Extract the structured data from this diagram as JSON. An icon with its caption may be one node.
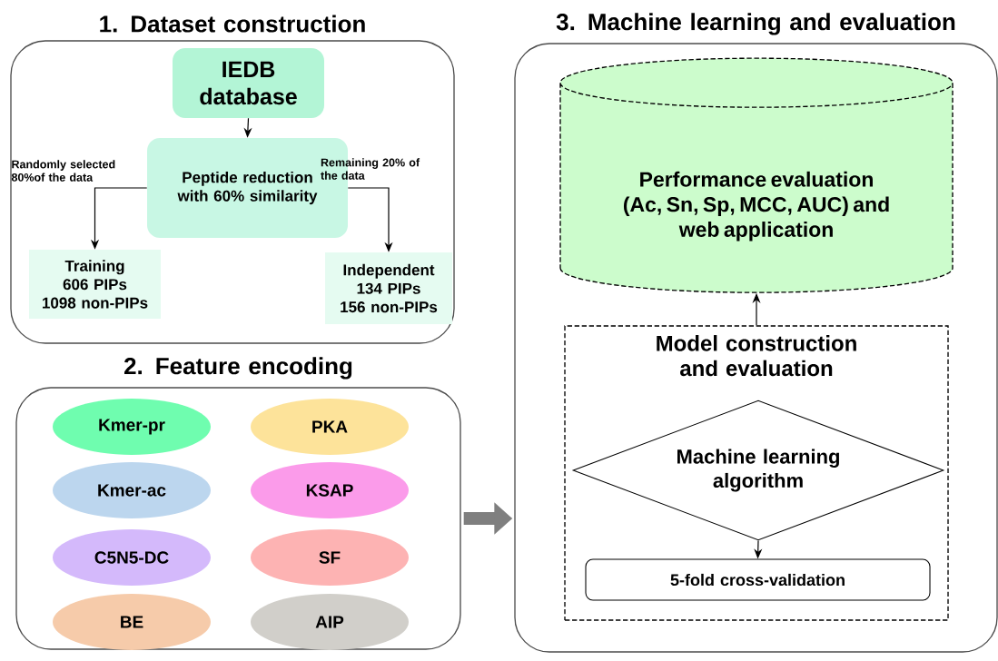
{
  "diagram": {
    "nodes": [
      {
        "text": [
          "1. Dataset construction"
        ]
      },
      {
        "text": [
          "IEDB database"
        ],
        "in": 0
      },
      {
        "text": [
          "Peptide reduction with 60% similarity"
        ],
        "in": 0
      },
      {
        "text": [
          "Training",
          "606 PIPs",
          "1098 non-PIPs"
        ],
        "in": 0
      },
      {
        "text": [
          "Independent",
          "134 PIPs",
          "156 non-PIPs"
        ],
        "in": 0
      },
      {
        "text": [
          "2. Feature encoding"
        ]
      },
      {
        "text": [
          "Kmer-pr"
        ],
        "in": 5
      },
      {
        "text": [
          "PKA"
        ],
        "in": 5
      },
      {
        "text": [
          "Kmer-ac"
        ],
        "in": 5
      },
      {
        "text": [
          "KSAP"
        ],
        "in": 5
      },
      {
        "text": [
          "C5N5-DC"
        ],
        "in": 5
      },
      {
        "text": [
          "SF"
        ],
        "in": 5
      },
      {
        "text": [
          "BE"
        ],
        "in": 5
      },
      {
        "text": [
          "AIP"
        ],
        "in": 5
      },
      {
        "text": [
          "3. Machine learning and evaluation"
        ]
      },
      {
        "text": [
          "Performance evaluation (Ac, Sn, Sp, MCC, AUC) and web application"
        ],
        "in": 14
      },
      {
        "text": [
          "Model construction and evaluation"
        ],
        "in": 14
      },
      {
        "text": [
          "Machine learning algorithm"
        ],
        "in": 16
      },
      {
        "text": [
          "5-fold cross-validation"
        ],
        "in": 16
      }
    ],
    "edges": [
      {
        "from": 1,
        "to": 2,
        "arrow": "to"
      },
      {
        "from": 2,
        "to": 3,
        "arrow": "to",
        "label": "Randomly selected 80%of the data"
      },
      {
        "from": 2,
        "to": 4,
        "arrow": "to",
        "label": "Remaining 20% of the data"
      },
      {
        "from": 5,
        "to": 14,
        "arrow": "to",
        "style": "thick",
        "color": "#7f7f7f"
      },
      {
        "from": 16,
        "to": 15,
        "arrow": "to"
      },
      {
        "from": 17,
        "to": 18,
        "arrow": "to"
      }
    ]
  }
}
